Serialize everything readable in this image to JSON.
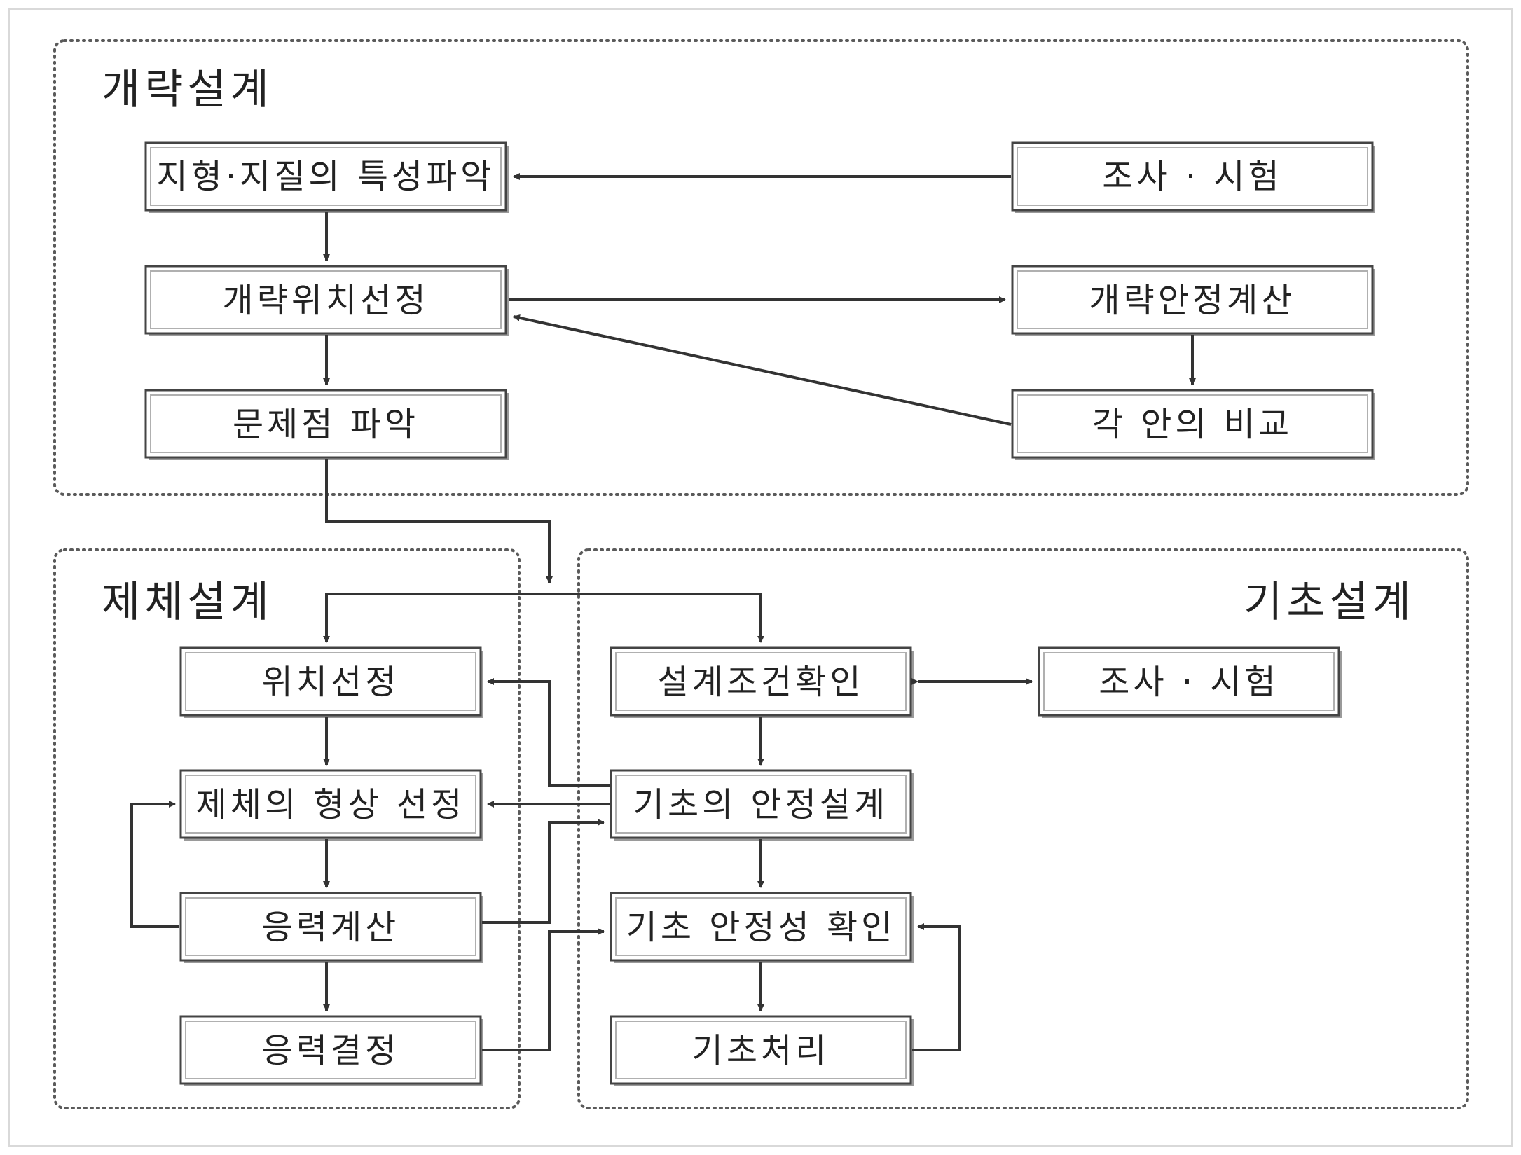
{
  "panels": {
    "rough_design": {
      "title": "개략설계"
    },
    "embankment_design": {
      "title": "제체설계"
    },
    "foundation_design": {
      "title": "기초설계"
    }
  },
  "boxes": {
    "terrain_geology": "지형·지질의 특성파악",
    "survey_test_top": "조사 · 시험",
    "rough_location": "개략위치선정",
    "rough_stability": "개략안정계산",
    "problem_identification": "문제점 파악",
    "alternative_compare": "각 안의 비교",
    "location_selection": "위치선정",
    "design_condition": "설계조건확인",
    "survey_test_bottom": "조사 · 시험",
    "shape_selection": "제체의 형상 선정",
    "foundation_stability_design": "기초의 안정설계",
    "stress_calc": "응력계산",
    "foundation_stability_check": "기초 안정성 확인",
    "stress_decision": "응력결정",
    "foundation_treatment": "기초처리"
  },
  "colors": {
    "line": "#333333",
    "panel_border": "#5a5a5a",
    "box_shadow": "#9a9a9a",
    "text": "#222222"
  }
}
